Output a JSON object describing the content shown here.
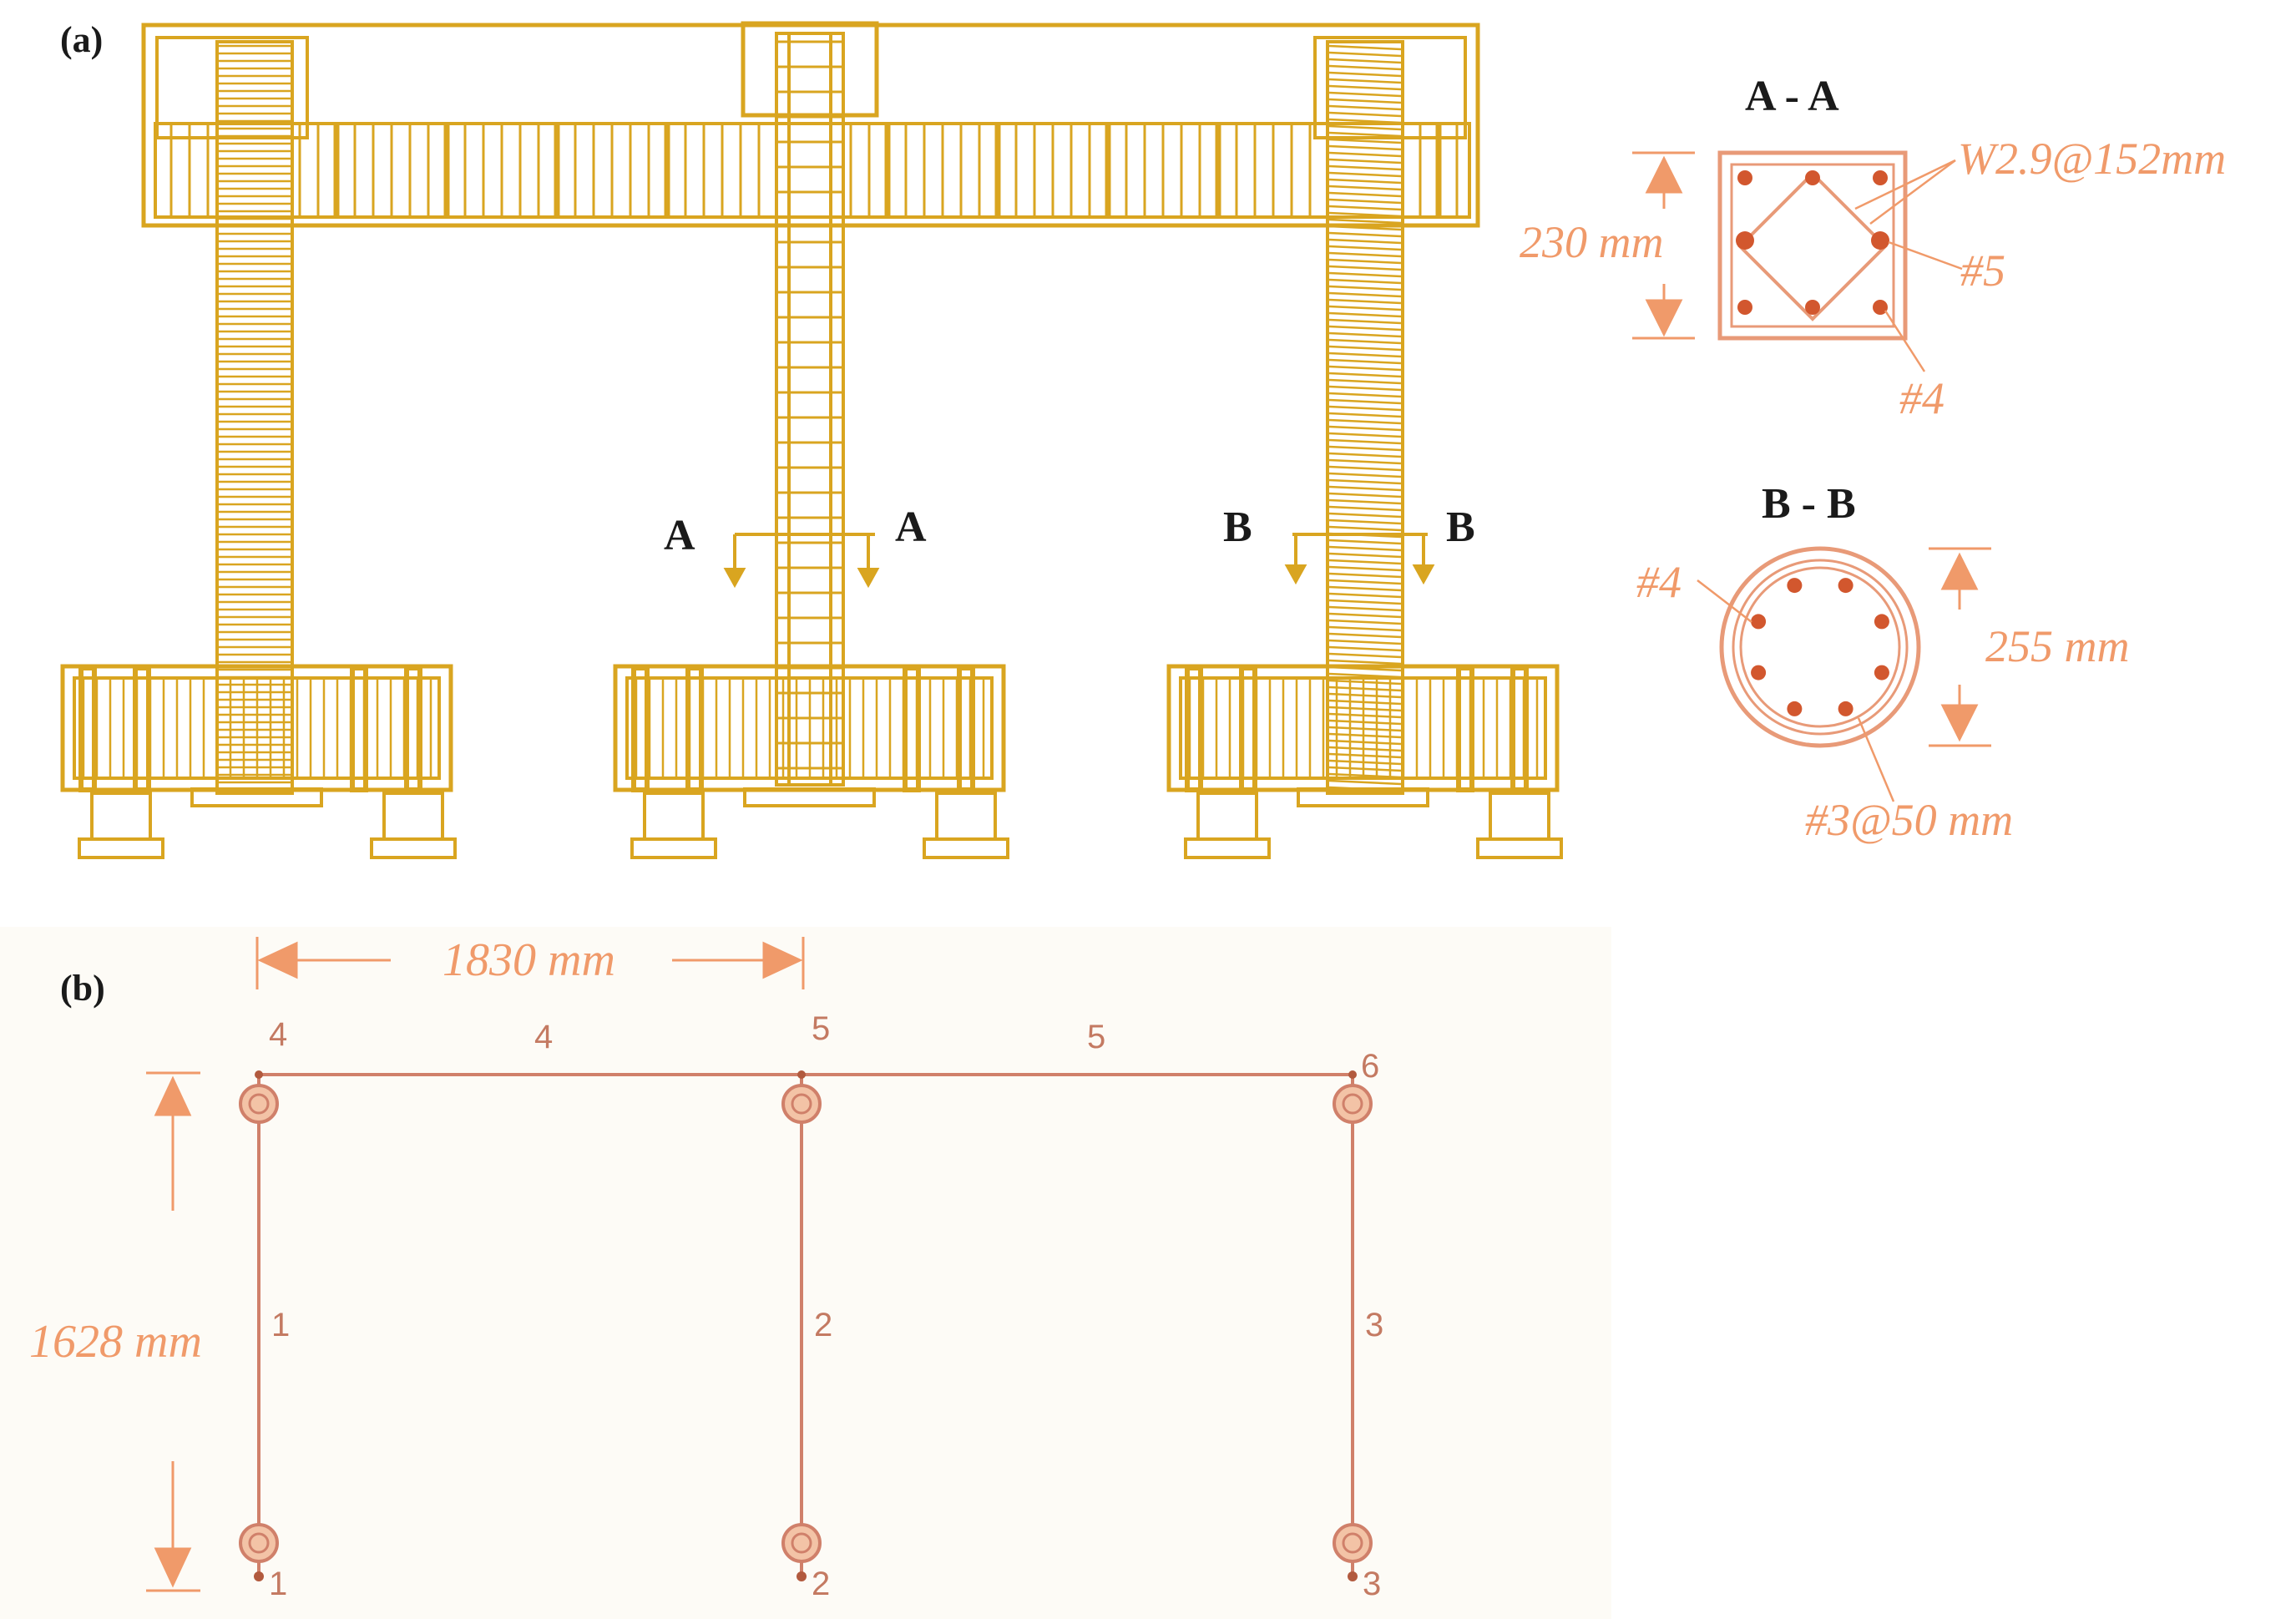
{
  "panel_a": {
    "label": "(a)",
    "cut_a_left": "A",
    "cut_a_right": "A",
    "cut_b_left": "B",
    "cut_b_right": "B"
  },
  "section_aa": {
    "title": "A - A",
    "width": "230 mm",
    "tie": "W2.9@152mm",
    "bar_large": "#5",
    "bar_small": "#4"
  },
  "section_bb": {
    "title": "B - B",
    "bar": "#4",
    "diameter": "255 mm",
    "spiral": "#3@50 mm"
  },
  "panel_b": {
    "label": "(b)",
    "span": "1830 mm",
    "height": "1628 mm",
    "nodes": [
      "1",
      "2",
      "3",
      "4",
      "5",
      "6"
    ],
    "elements": [
      "1",
      "2",
      "3",
      "4",
      "5"
    ]
  },
  "colors": {
    "rebar": "#d9a520",
    "section": "#e89a78",
    "frame": "#d0806a",
    "dimension": "#f09a6a",
    "panel_b_bg": "#fdfbf6"
  }
}
